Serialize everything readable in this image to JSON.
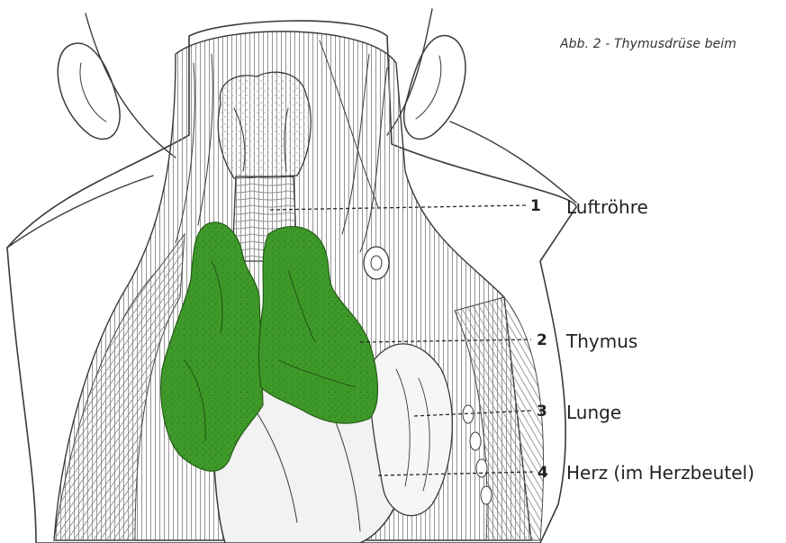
{
  "figure": {
    "caption": "Abb. 2 - Thymusdrüse beim"
  },
  "callouts": [
    {
      "number": "1",
      "label": "Luftröhre"
    },
    {
      "number": "2",
      "label": "Thymus"
    },
    {
      "number": "3",
      "label": "Lunge"
    },
    {
      "number": "4",
      "label": "Herz (im Herzbeutel)"
    }
  ],
  "colors": {
    "thymus": "#3f9a2a",
    "ink": "#3a3a3a",
    "paper": "#ffffff"
  }
}
